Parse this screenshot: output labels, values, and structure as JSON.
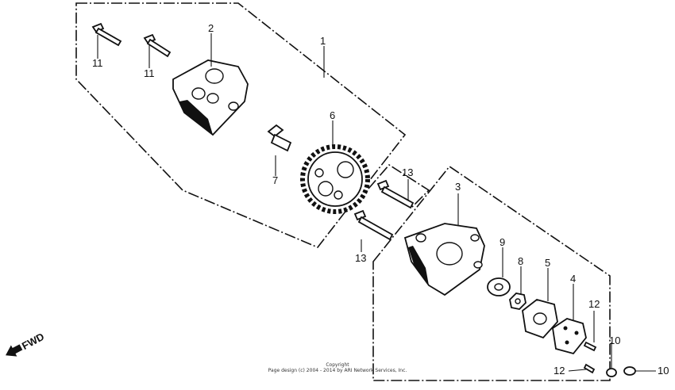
{
  "diagram": {
    "callouts": {
      "c1": "1",
      "c2": "2",
      "c3": "3",
      "c4": "4",
      "c5": "5",
      "c6": "6",
      "c7": "7",
      "c8": "8",
      "c9": "9",
      "c10a": "10",
      "c10b": "10",
      "c11a": "11",
      "c11b": "11",
      "c12a": "12",
      "c12b": "12",
      "c13a": "13",
      "c13b": "13"
    },
    "fwd_label": "FWD",
    "copyright_line1": "Copyright",
    "copyright_line2": "Page design (c) 2004 - 2014 by ARI Network Services, Inc."
  }
}
